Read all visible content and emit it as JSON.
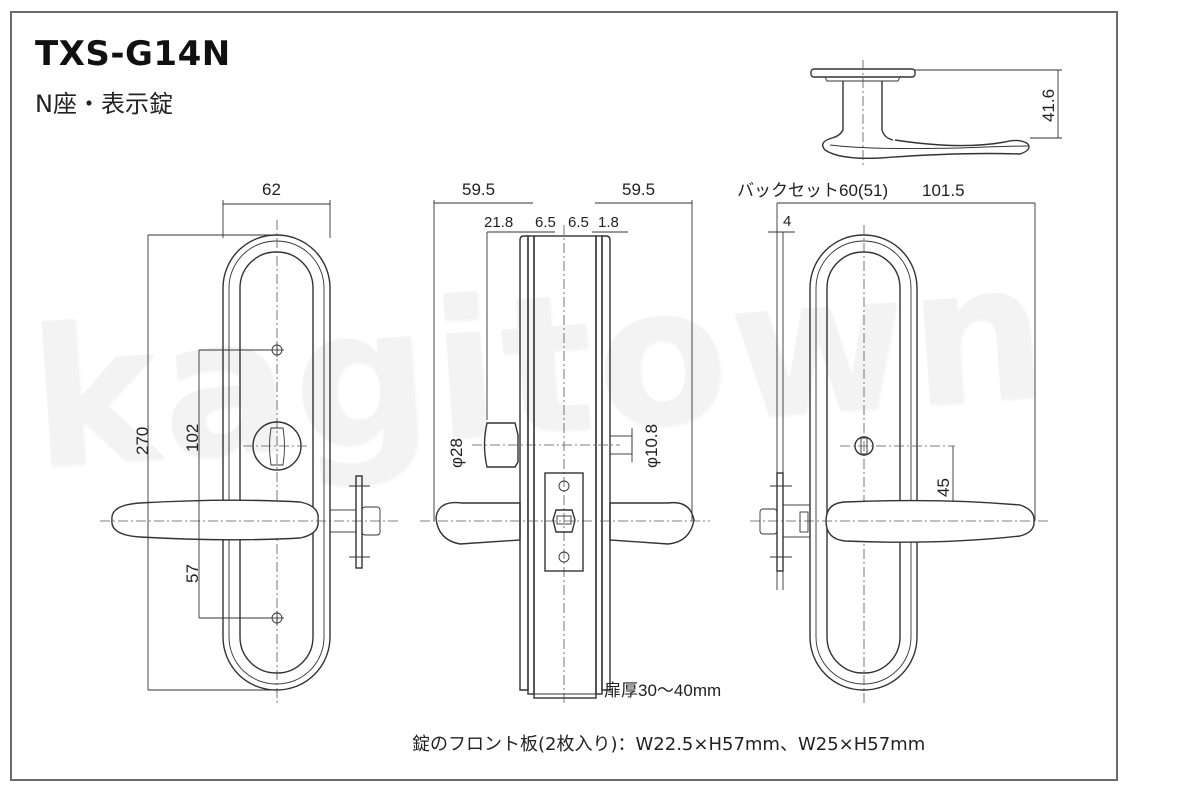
{
  "header": {
    "model": "TXS-G14N",
    "subtitle": "N座・表示錠"
  },
  "watermark": "kagitown",
  "views": {
    "top_lever_view": {
      "height_dim": "41.6"
    },
    "front_view_left": {
      "width_dim": "62",
      "total_height_dim": "270",
      "upper_screw_dim": "102",
      "lower_screw_dim": "57"
    },
    "side_view_center": {
      "left_projection_dim": "59.5",
      "right_projection_dim": "59.5",
      "left_rose_dim": "21.8",
      "left_gap_dim": "6.5",
      "right_gap_dim": "6.5",
      "right_plate_dim": "1.8",
      "thumbturn_dia_dim": "φ28",
      "indicator_dia_dim": "φ10.8",
      "door_thickness_note": "扉厚30～40mm"
    },
    "front_view_right": {
      "backset_dim": "バックセット60(51)",
      "lever_length_dim": "101.5",
      "plate_offset_dim": "4",
      "indicator_to_lever_dim": "45"
    }
  },
  "footer_note": "錠のフロント板(2枚入り)：W22.5×H57mm、W25×H57mm",
  "colors": {
    "line": "#333333",
    "frame": "#6b6b6b",
    "watermark": "#f3f3f3",
    "background": "#ffffff"
  }
}
